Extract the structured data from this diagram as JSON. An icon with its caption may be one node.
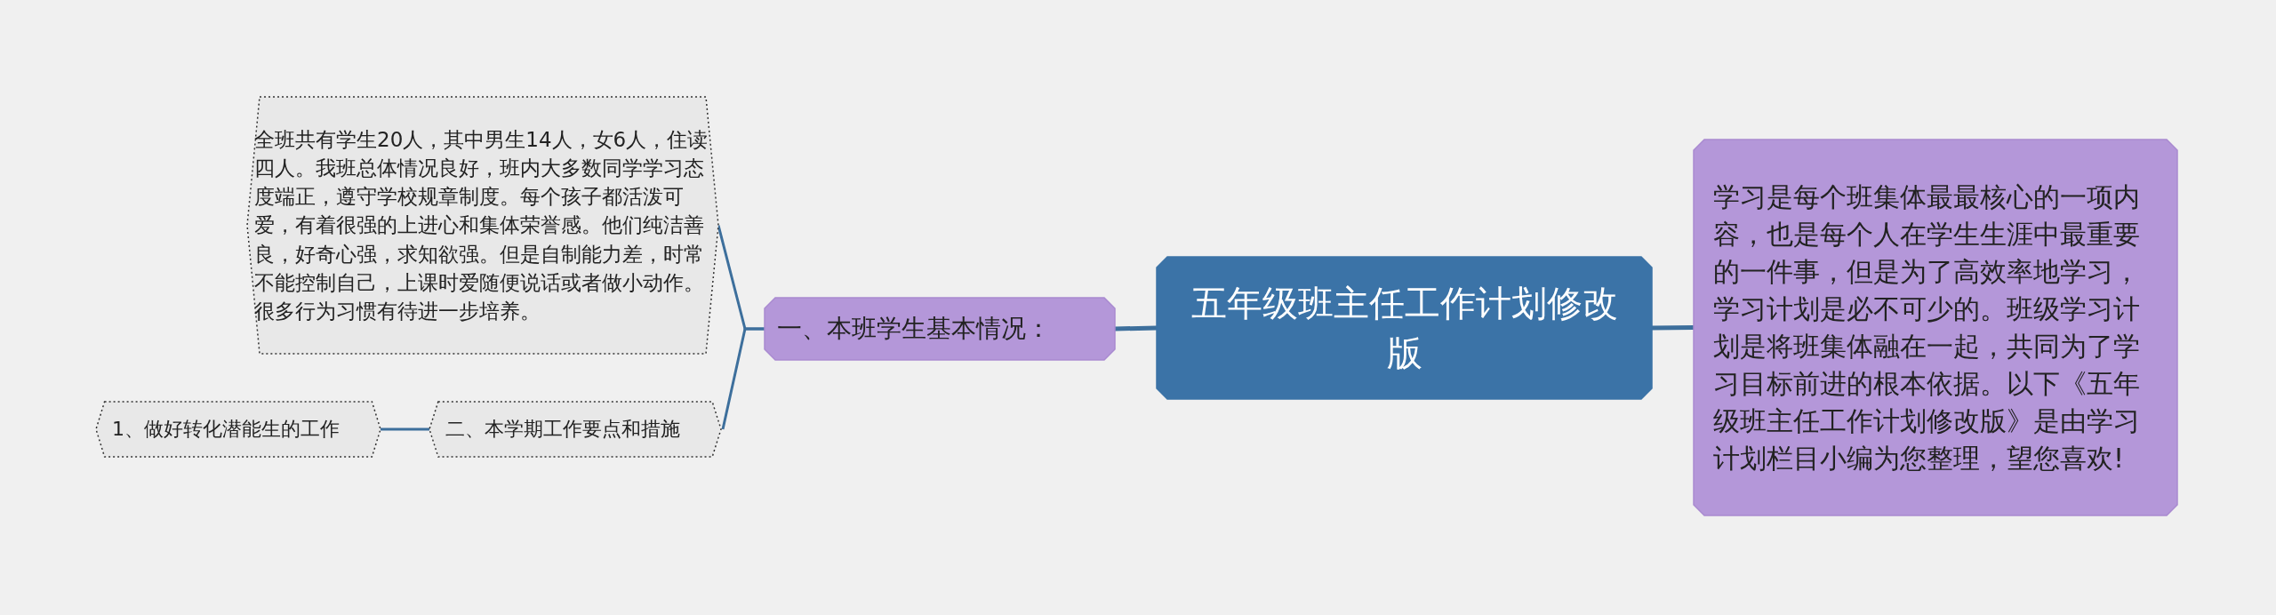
{
  "diagram": {
    "nodes": [
      {
        "text": [
          "五年级班主任工作计划修改版"
        ]
      },
      {
        "text": [
          "一、本班学生基本情况："
        ]
      },
      {
        "text": [
          "全班共有学生20人，其中男生14人，女6人，住读四人。我班总体情况良好，班内大多数同学学习态度端正，遵守学校规章制度。每个孩子都活泼可爱，有着很强的上进心和集体荣誉感。他们纯洁善良，好奇心强，求知欲强。但是自制能力差，时常不能控制自己，上课时爱随便说话或者做小动作。很多行为习惯有待进一步培养。"
        ]
      },
      {
        "text": [
          "二、本学期工作要点和措施"
        ]
      },
      {
        "text": [
          "1、做好转化潜能生的工作"
        ]
      },
      {
        "text": [
          "学习是每个班集体最最核心的一项内容，也是每个人在学生生涯中最重要的一件事，但是为了高效率地学习，学习计划是必不可少的。班级学习计划是将班集体融在一起，共同为了学习目标前进的根本依据。以下《五年级班主任工作计划修改版》是由学习计划栏目小编为您整理，望您喜欢!"
        ]
      }
    ],
    "edges": [
      {
        "from": 0,
        "to": 1,
        "arrow": "none"
      },
      {
        "from": 0,
        "to": 5,
        "arrow": "none"
      },
      {
        "from": 1,
        "to": 2,
        "arrow": "none"
      },
      {
        "from": 1,
        "to": 3,
        "arrow": "none"
      },
      {
        "from": 3,
        "to": 4,
        "arrow": "none"
      }
    ]
  }
}
